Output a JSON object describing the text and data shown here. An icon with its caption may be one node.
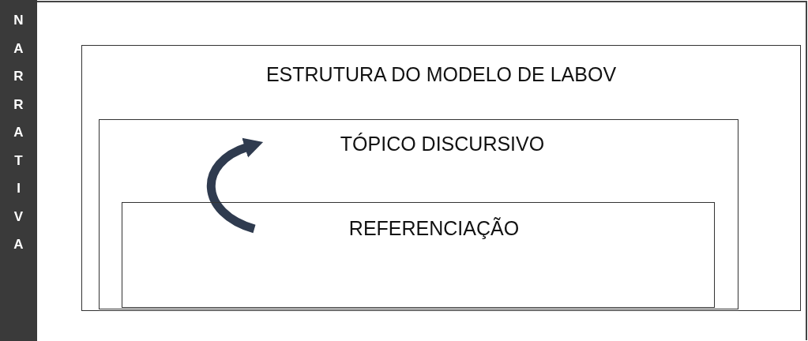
{
  "diagram": {
    "nodes": [
      {
        "text": [
          "NARRATIVA"
        ]
      },
      {
        "text": [
          "ESTRUTURA DO MODELO DE LABOV"
        ]
      },
      {
        "text": [
          "TÓPICO DISCURSIVO"
        ],
        "in": 1
      },
      {
        "text": [
          "REFERENCIAÇÃO"
        ],
        "in": 2
      }
    ],
    "edges": [
      {
        "from": 3,
        "to": 2,
        "arrow": "to",
        "color": "#2f3b4f"
      }
    ]
  }
}
